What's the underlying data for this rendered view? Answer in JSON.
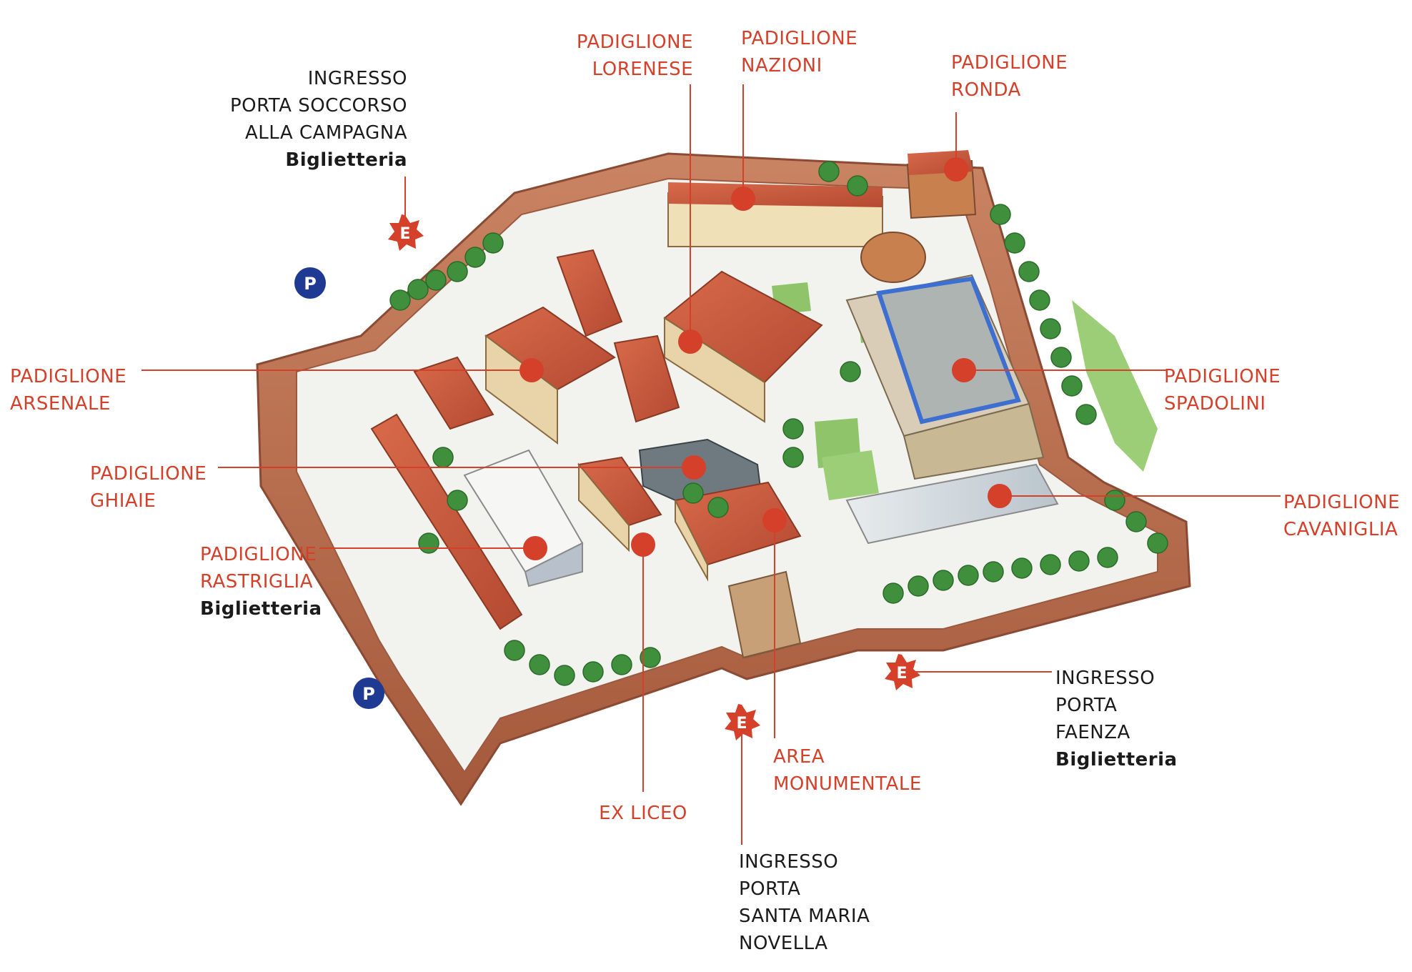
{
  "map": {
    "entrance_marker": "E",
    "parking_marker": "P"
  },
  "labels": {
    "lorenese": [
      "PADIGLIONE",
      "LORENESE"
    ],
    "nazioni": [
      "PADIGLIONE",
      "NAZIONI"
    ],
    "ronda": [
      "PADIGLIONE",
      "RONDA"
    ],
    "soccorso": [
      "INGRESSO",
      "PORTA SOCCORSO",
      "ALLA CAMPAGNA"
    ],
    "soccorso_ticket": "Biglietteria",
    "arsenale": [
      "PADIGLIONE",
      "ARSENALE"
    ],
    "spadolini": [
      "PADIGLIONE",
      "SPADOLINI"
    ],
    "ghiaie": [
      "PADIGLIONE",
      "GHIAIE"
    ],
    "cavaniglia": [
      "PADIGLIONE",
      "CAVANIGLIA"
    ],
    "rastriglia": [
      "PADIGLIONE",
      "RASTRIGLIA"
    ],
    "rastriglia_ticket": "Biglietteria",
    "faenza": [
      "INGRESSO",
      "PORTA",
      "FAENZA"
    ],
    "faenza_ticket": "Biglietteria",
    "monumentale": [
      "AREA",
      "MONUMENTALE"
    ],
    "exliceo": "EX LICEO",
    "santamaria": [
      "INGRESSO",
      "PORTA",
      "SANTA MARIA",
      "NOVELLA"
    ]
  },
  "colors": {
    "accent_red": "#d4402a",
    "parking_blue": "#1f3a93",
    "roof": "#c8553a",
    "wall": "#b86e4e",
    "tree": "#3f8f3c",
    "ground": "#f2f2ee"
  }
}
